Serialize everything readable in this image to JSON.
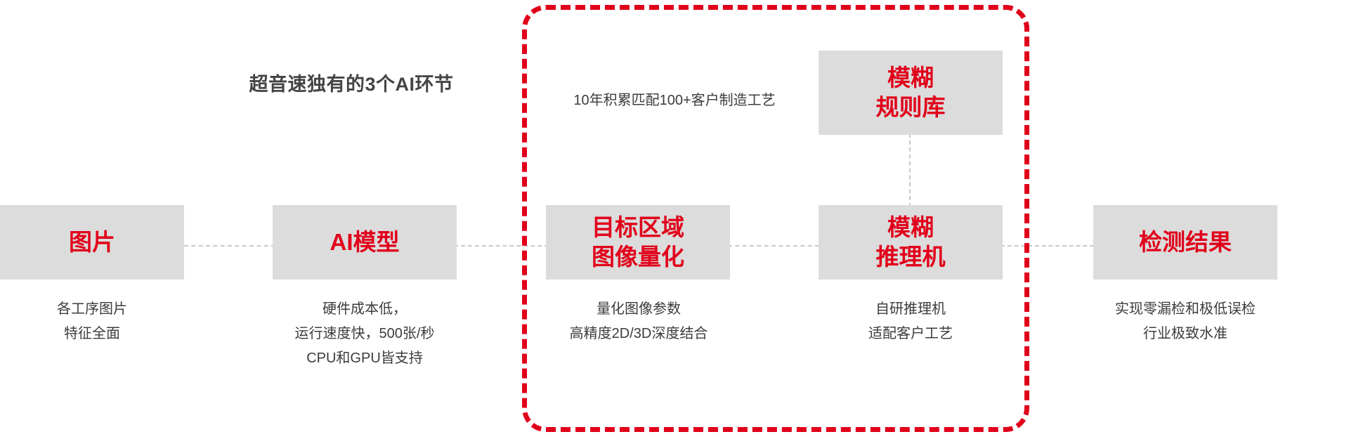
{
  "diagram": {
    "section_title": "超音速独有的3个AI环节",
    "annotation": "10年积累匹配100+客户制造工艺",
    "colors": {
      "accent_red": "#E1001A",
      "node_fill": "#DCDCDC",
      "text_dark": "#3C3C3C",
      "title_dark": "#444444",
      "connector_gray": "#C9C9C9"
    },
    "nodes": [
      {
        "id": "image",
        "label": "图片",
        "caption": "各工序图片\n特征全面"
      },
      {
        "id": "ai-model",
        "label": "AI模型",
        "caption": "硬件成本低，\n运行速度快，500张/秒\nCPU和GPU皆支持"
      },
      {
        "id": "quantization",
        "label": "目标区域\n图像量化",
        "caption": "量化图像参数\n高精度2D/3D深度结合"
      },
      {
        "id": "rule-base",
        "label": "模糊\n规则库",
        "caption": ""
      },
      {
        "id": "inference",
        "label": "模糊\n推理机",
        "caption": "自研推理机\n适配客户工艺"
      },
      {
        "id": "result",
        "label": "检测结果",
        "caption": "实现零漏检和极低误检\n行业极致水准"
      }
    ]
  }
}
